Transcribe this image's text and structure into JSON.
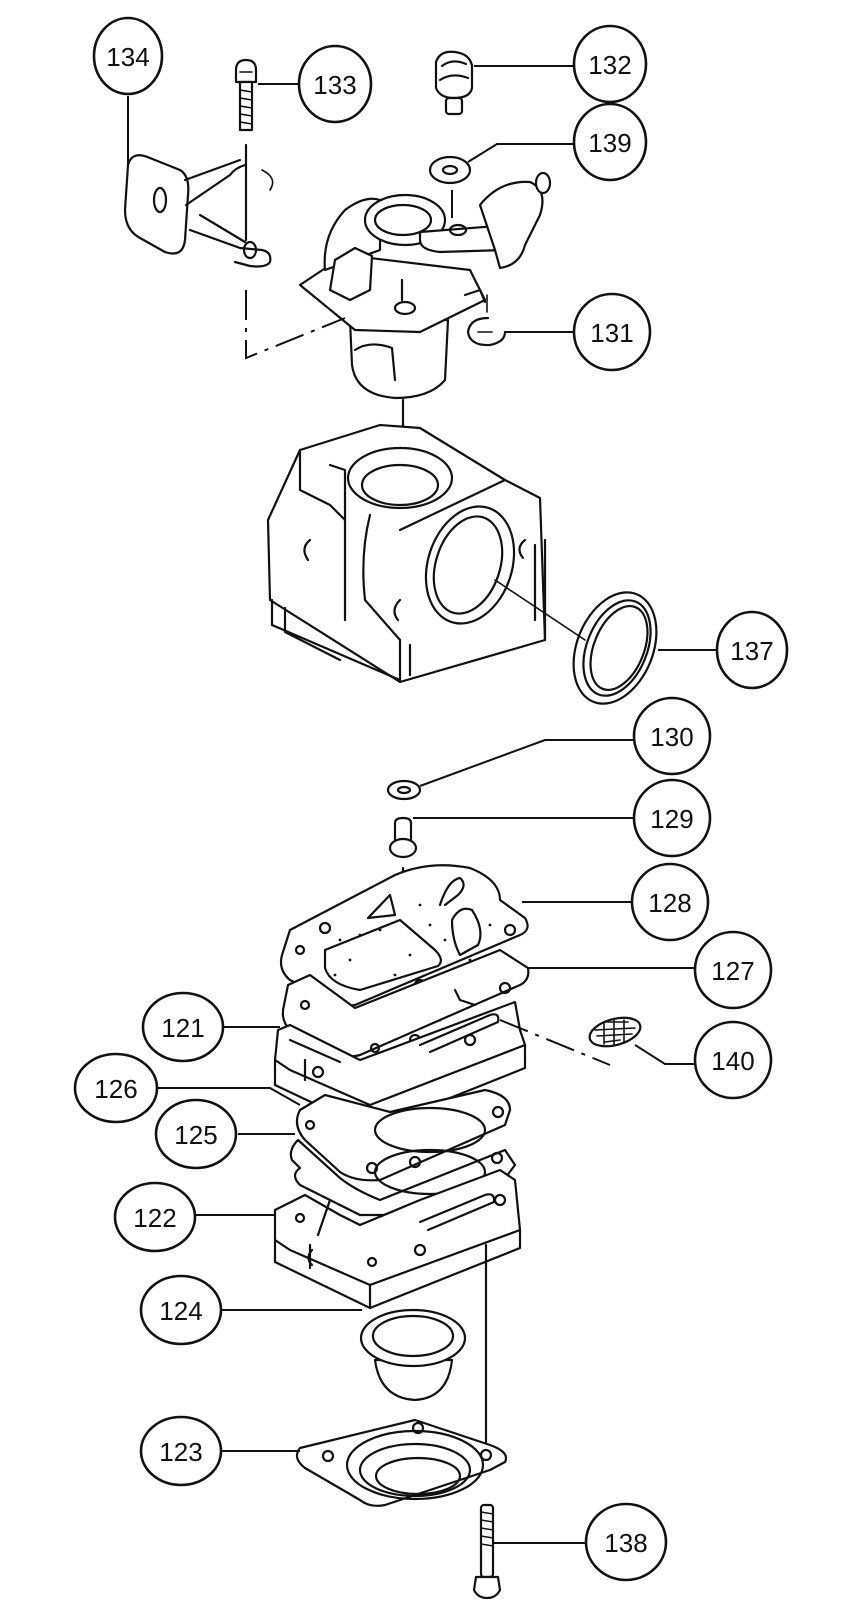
{
  "title": "Carburetor exploded parts diagram",
  "callouts": [
    {
      "id": "134",
      "part": "choke lever / plate"
    },
    {
      "id": "133",
      "part": "screw"
    },
    {
      "id": "132",
      "part": "adjusting screw"
    },
    {
      "id": "139",
      "part": "washer"
    },
    {
      "id": "131",
      "part": "E-clip"
    },
    {
      "id": "137",
      "part": "seal ring"
    },
    {
      "id": "130",
      "part": "washer"
    },
    {
      "id": "129",
      "part": "needle valve / plug"
    },
    {
      "id": "128",
      "part": "gasket"
    },
    {
      "id": "127",
      "part": "diaphragm"
    },
    {
      "id": "140",
      "part": "filter screen"
    },
    {
      "id": "121",
      "part": "pump cover"
    },
    {
      "id": "126",
      "part": "gasket"
    },
    {
      "id": "125",
      "part": "diaphragm"
    },
    {
      "id": "122",
      "part": "metering cover"
    },
    {
      "id": "124",
      "part": "primer bulb"
    },
    {
      "id": "123",
      "part": "bulb retainer plate"
    },
    {
      "id": "138",
      "part": "screw"
    }
  ],
  "colors": {
    "line": "#111111",
    "background": "#ffffff"
  }
}
